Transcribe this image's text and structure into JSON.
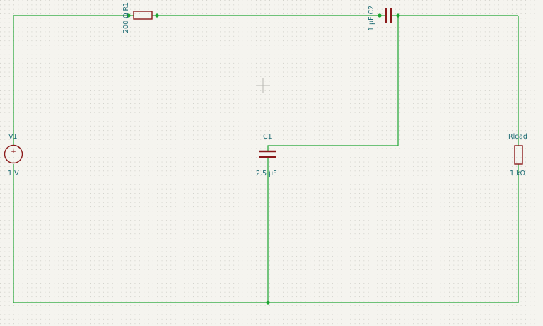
{
  "components": {
    "v1": {
      "ref": "V1",
      "value": "1 V",
      "polarity": "+"
    },
    "r1": {
      "ref": "R1",
      "value": "200 Ω"
    },
    "c1": {
      "ref": "C1",
      "value": "2.5 µF"
    },
    "c2": {
      "ref": "C2",
      "value": "1 µF"
    },
    "rload": {
      "ref": "Rload",
      "value": "1 kΩ"
    }
  },
  "colors": {
    "wire": "#1ea532",
    "component": "#8b1a1a",
    "label": "#1d6b73",
    "background": "#f5f4ef",
    "grid_dot": "#c9c9c2"
  }
}
